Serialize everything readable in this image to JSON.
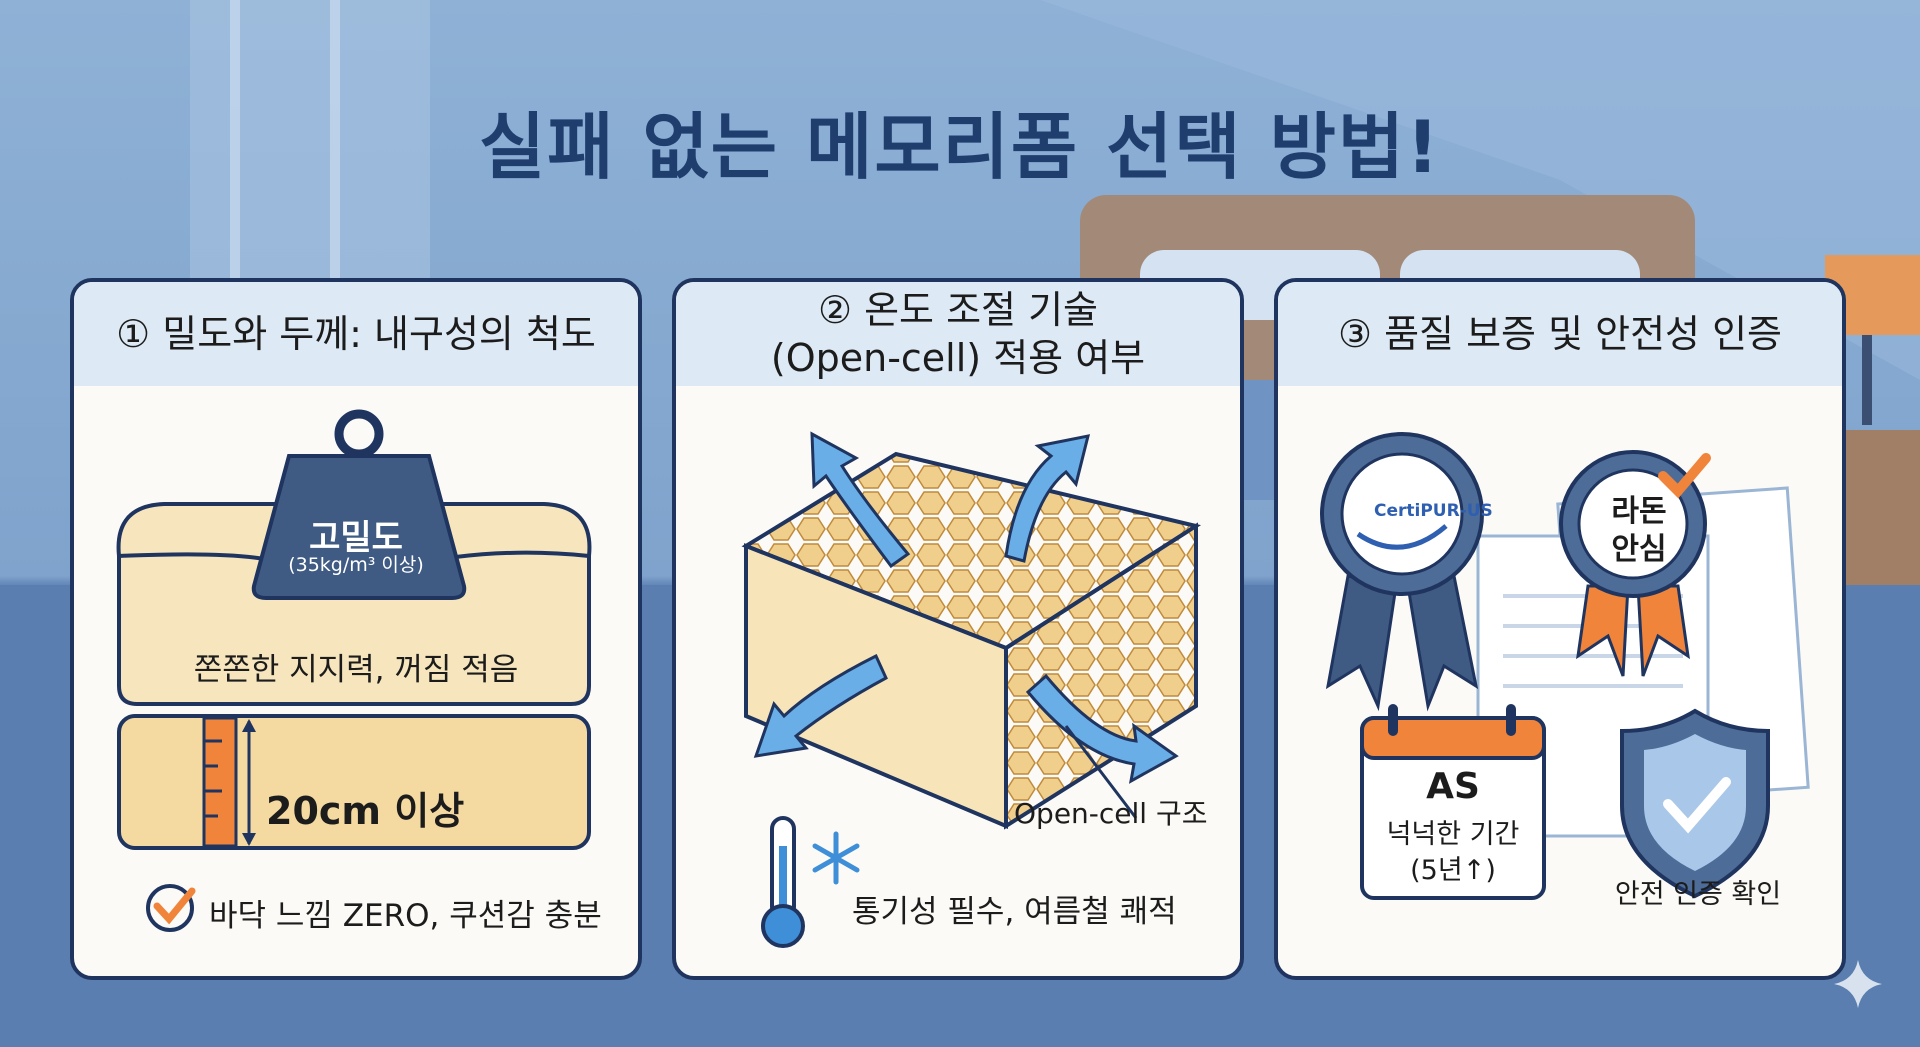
{
  "title": "실패 없는 메모리폼 선택 방법!",
  "colors": {
    "navy": "#1f3560",
    "accent": "#f0843a",
    "sky": "#5a9ee0",
    "foam": "#f6e2b2",
    "head": "#dde9f4"
  },
  "cards": [
    {
      "heading": "① 밀도와 두께: 내구성의 척도",
      "weight_label": "고밀도",
      "weight_sub": "(35kg/m³ 이상)",
      "support_text": "쫀쫀한 지지력, 꺼짐 적음",
      "thickness_text": "20cm 이상",
      "check_text": "바닥 느낌 ZERO, 쿠션감 충분",
      "icons": [
        "weight-icon",
        "ruler-icon",
        "check-icon"
      ]
    },
    {
      "heading_line1": "② 온도 조절 기술",
      "heading_line2": "(Open-cell) 적용 여부",
      "structure_label": "Open-cell 구조",
      "bottom_text": "통기성 필수, 여름철 쾌적",
      "icons": [
        "foam-block-icon",
        "airflow-arrow-icon",
        "thermometer-icon",
        "snowflake-icon"
      ]
    },
    {
      "heading": "③ 품질 보증 및 안전성 인증",
      "badge1": "CertiPUR-US",
      "badge2_line1": "라돈",
      "badge2_line2": "안심",
      "as_title": "AS",
      "as_line1": "넉넉한 기간",
      "as_line2": "(5년↑)",
      "shield_text": "안전 인증 확인",
      "icons": [
        "certipur-badge-icon",
        "radon-badge-icon",
        "calendar-icon",
        "shield-check-icon",
        "document-icon"
      ]
    }
  ]
}
